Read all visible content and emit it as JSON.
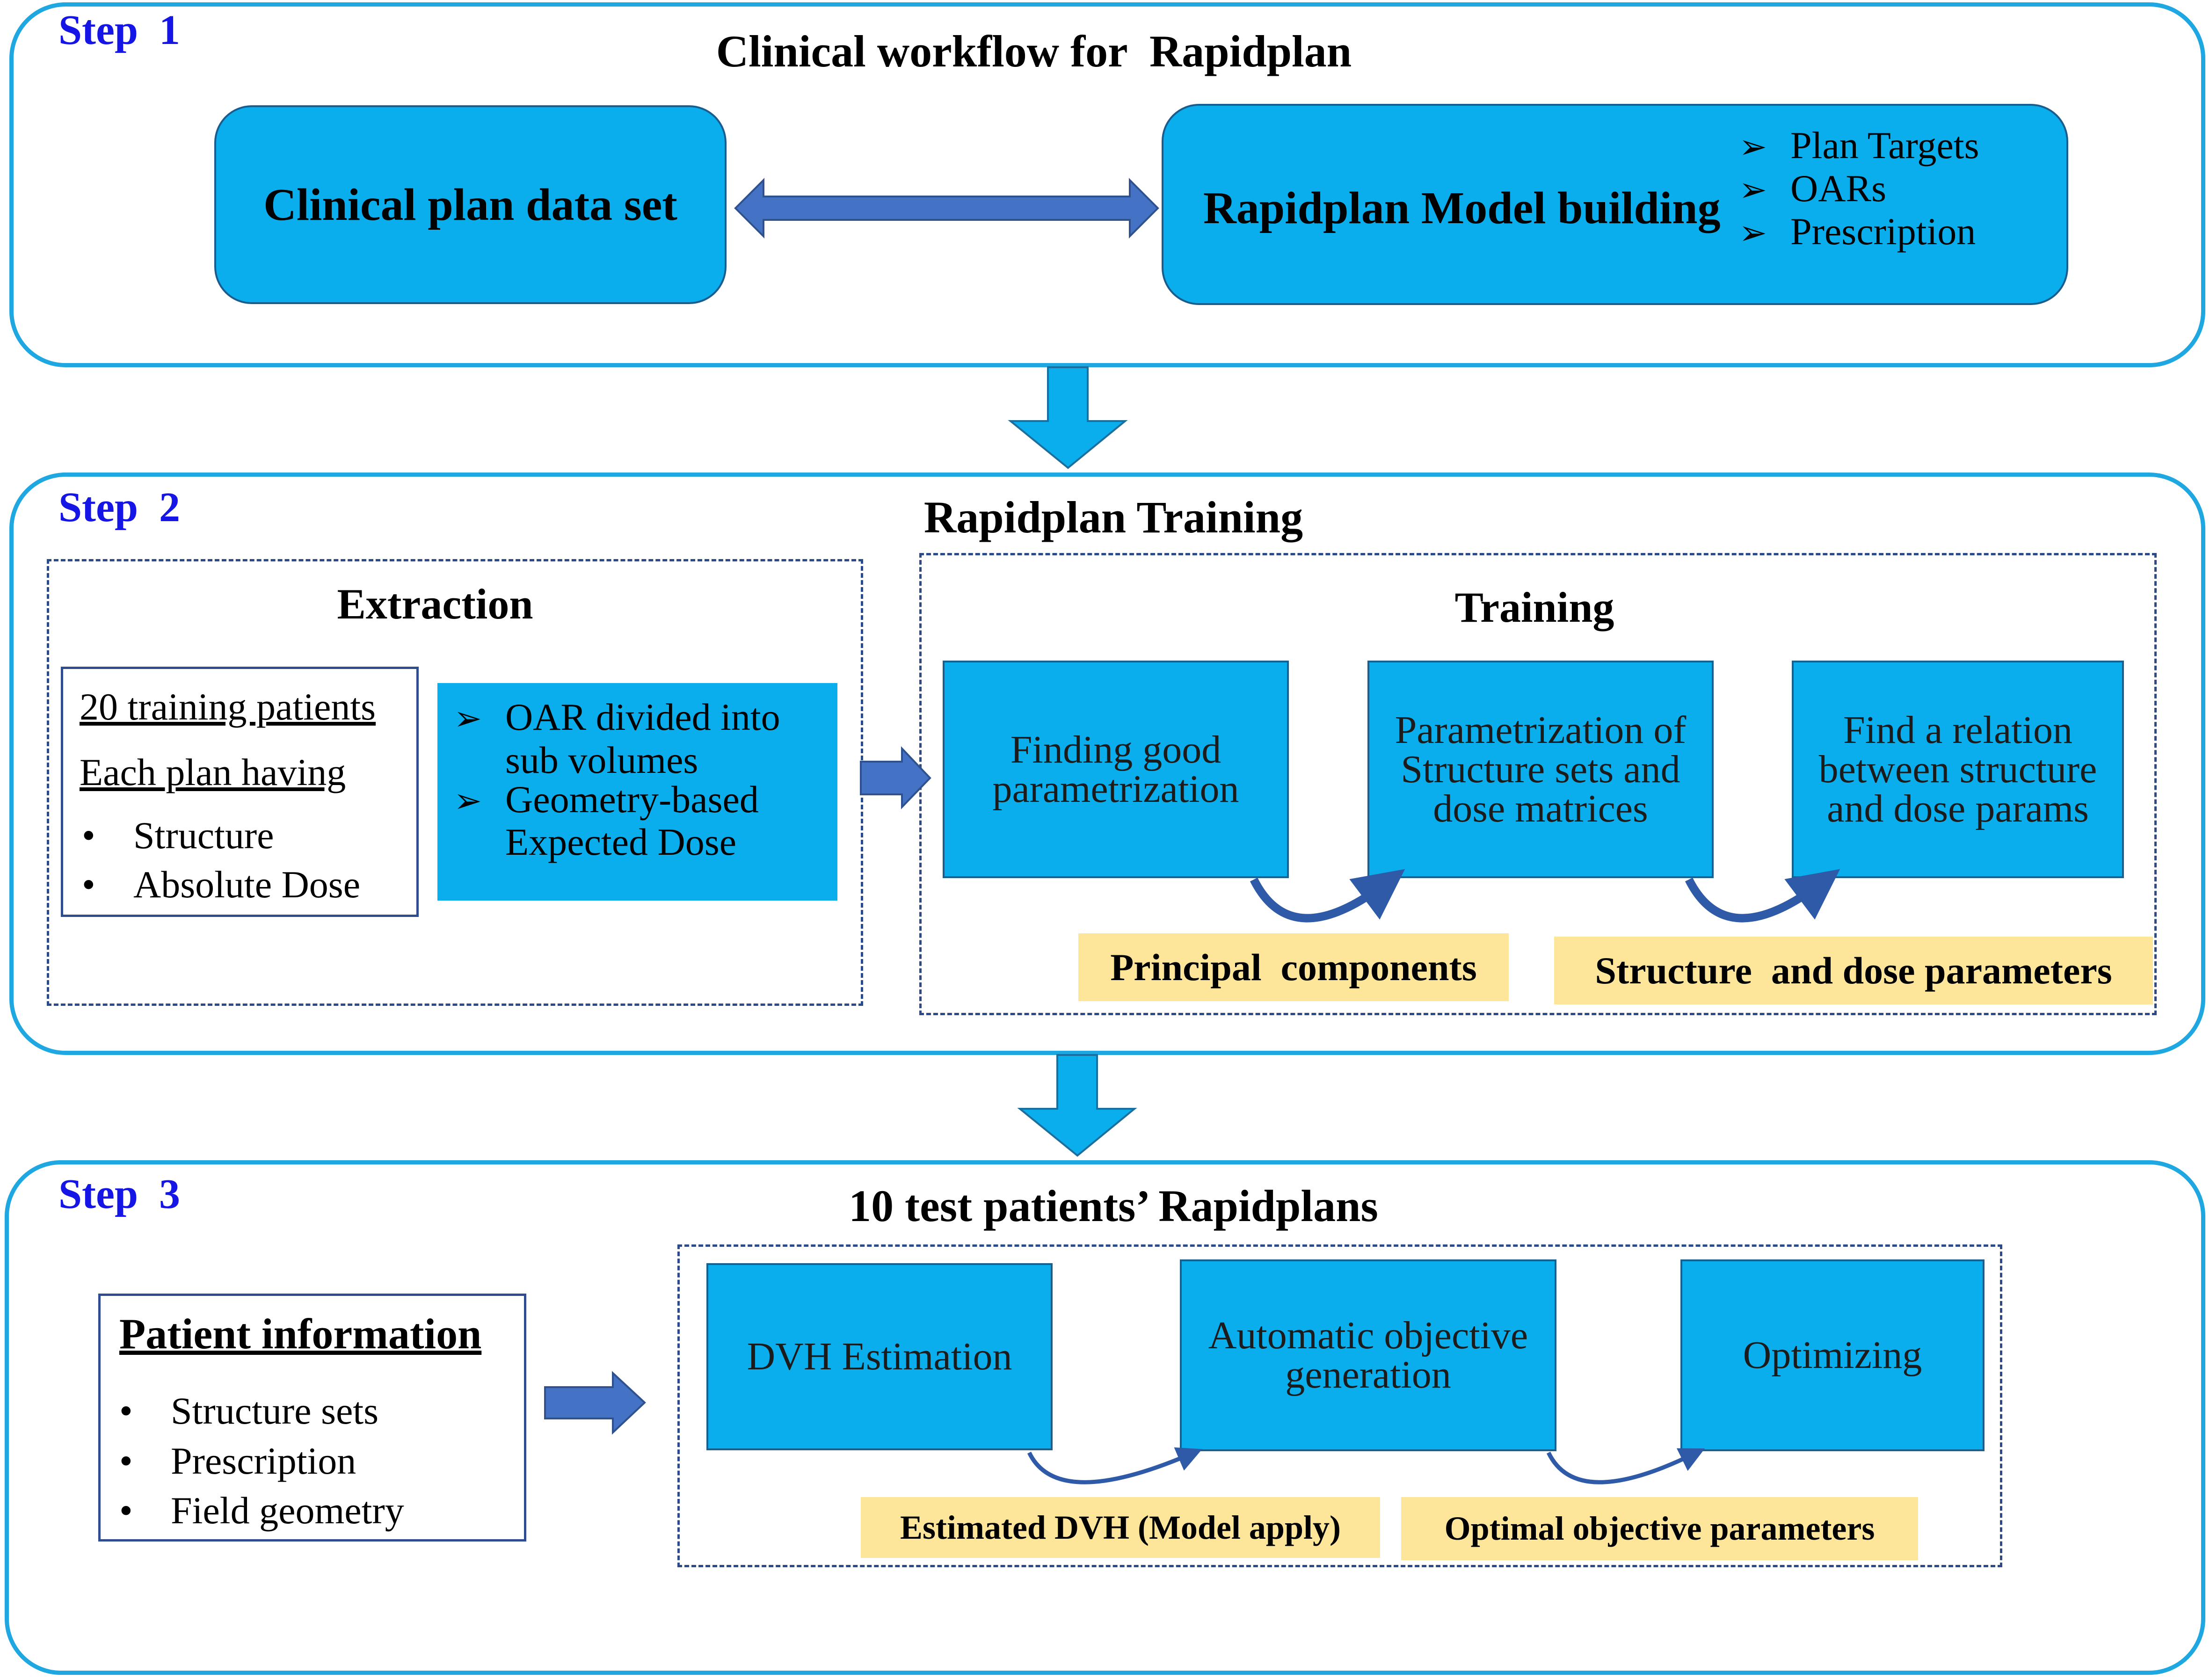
{
  "step1": {
    "label": "Step  1",
    "title": "Clinical workflow for  Rapidplan",
    "left_box": "Clinical plan data set",
    "right_box": "Rapidplan Model building",
    "right_list": [
      "Plan Targets",
      "OARs",
      "Prescription"
    ]
  },
  "step2": {
    "label": "Step  2",
    "title": "Rapidplan Training",
    "extraction": {
      "title": "Extraction",
      "patients_line1": "20 training patients",
      "patients_line2": "Each plan having",
      "bullets": [
        "Structure",
        "Absolute Dose"
      ],
      "oar_lines": [
        [
          "OAR divided into",
          "sub volumes"
        ],
        [
          "Geometry-based",
          "Expected Dose"
        ]
      ]
    },
    "training": {
      "title": "Training",
      "box1": [
        "Finding good",
        "parametrization"
      ],
      "box2": [
        "Parametrization of",
        "Structure sets and",
        "dose matrices"
      ],
      "box3": [
        "Find a relation",
        "between structure",
        "and dose params"
      ],
      "tag1": "Principal  components",
      "tag2": "Structure  and dose parameters"
    }
  },
  "step3": {
    "label": "Step  3",
    "title": "10 test patients’ Rapidplans",
    "patient_info": {
      "title": "Patient information",
      "bullets": [
        "Structure sets",
        "Prescription",
        "Field geometry"
      ]
    },
    "box1": [
      "DVH Estimation"
    ],
    "box2": [
      "Automatic objective",
      "generation"
    ],
    "box3": [
      "Optimizing"
    ],
    "tag1": "Estimated DVH (Model apply)",
    "tag2": "Optimal objective parameters"
  },
  "colors": {
    "panel_border": "#1ea7e1",
    "box_fill": "#0aaeed",
    "tag_fill": "#fde59a",
    "step_label": "#1515e6",
    "arrow_dark": "#4472c4"
  }
}
